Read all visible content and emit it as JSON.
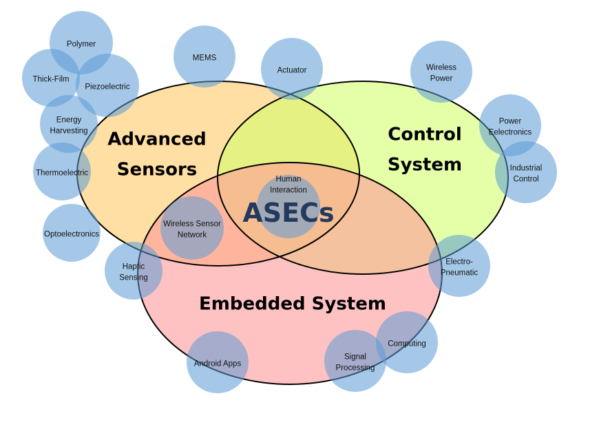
{
  "title": "ASECs",
  "colors": {
    "advanced_sensors": "#ffc966",
    "control_system": "#d4ff6e",
    "embedded_system": "#ff9a9a",
    "topic_circle": "#5b9bd5",
    "core_text": "#233a5e"
  },
  "sets": [
    {
      "id": "advanced",
      "lines": [
        "Advanced",
        "Sensors"
      ]
    },
    {
      "id": "control",
      "lines": [
        "Control",
        "System"
      ]
    },
    {
      "id": "embedded",
      "lines": [
        "Embedded System"
      ]
    }
  ],
  "core_label": "ASECs",
  "topics": [
    {
      "lines": [
        "Polymer"
      ]
    },
    {
      "lines": [
        "Thick-Film"
      ]
    },
    {
      "lines": [
        "Piezoelectric"
      ]
    },
    {
      "lines": [
        "Energy",
        "Harvesting"
      ]
    },
    {
      "lines": [
        "Thermoelectric"
      ]
    },
    {
      "lines": [
        "Optoelectronics"
      ]
    },
    {
      "lines": [
        "Haptic",
        "Sensing"
      ]
    },
    {
      "lines": [
        "MEMS"
      ]
    },
    {
      "lines": [
        "Actuator"
      ]
    },
    {
      "lines": [
        "Wireless",
        "Power"
      ]
    },
    {
      "lines": [
        "Power",
        "Eelectronics"
      ]
    },
    {
      "lines": [
        "Industrial",
        "Control"
      ]
    },
    {
      "lines": [
        "Electro-",
        "Pneumatic"
      ]
    },
    {
      "lines": [
        "Computing"
      ]
    },
    {
      "lines": [
        "Signal",
        "Processing"
      ]
    },
    {
      "lines": [
        "Android Apps"
      ]
    },
    {
      "lines": [
        "Wireless Sensor",
        "Network"
      ]
    },
    {
      "lines": [
        "Human",
        "Interaction"
      ]
    }
  ]
}
